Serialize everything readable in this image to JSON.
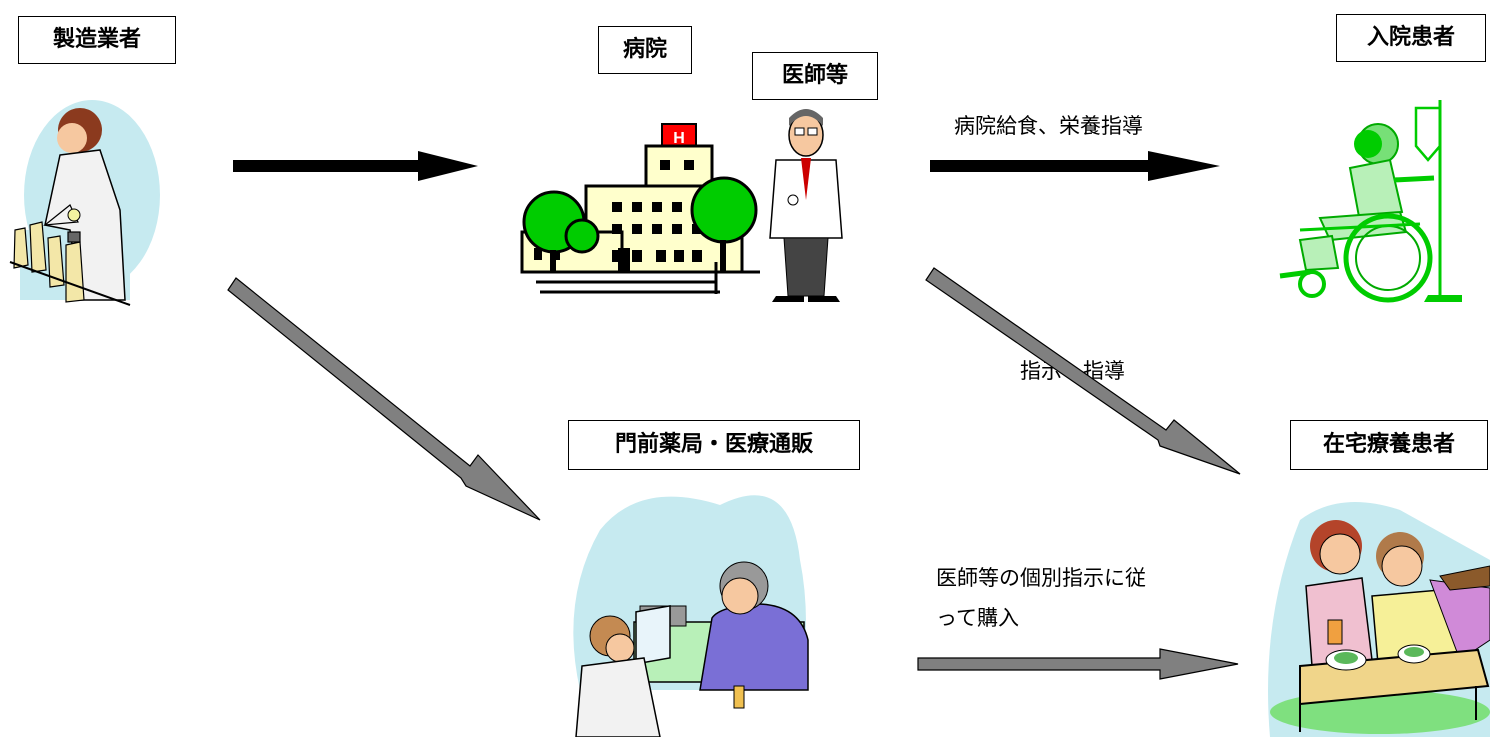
{
  "boxes": {
    "manufacturer": "製造業者",
    "hospital": "病院",
    "doctor": "医師等",
    "inpatient": "入院患者",
    "pharmacy": "門前薬局・医療通販",
    "home_patient": "在宅療養患者"
  },
  "edge_labels": {
    "hospital_to_inpatient": "病院給食、栄養指導",
    "instruction": "指示・指導",
    "purchase_line1": "医師等の個別指示に従",
    "purchase_line2": "って購入"
  },
  "icons": [
    "lab-worker-icon",
    "hospital-building-icon",
    "doctor-icon",
    "wheelchair-patient-icon",
    "pharmacist-icon",
    "caregiver-patient-icon"
  ],
  "colors": {
    "black_arrow": "#000000",
    "gray_arrow": "#808080",
    "tree_green": "#00cc00",
    "building": "#ffffcc",
    "sky": "#c6eaf0"
  }
}
